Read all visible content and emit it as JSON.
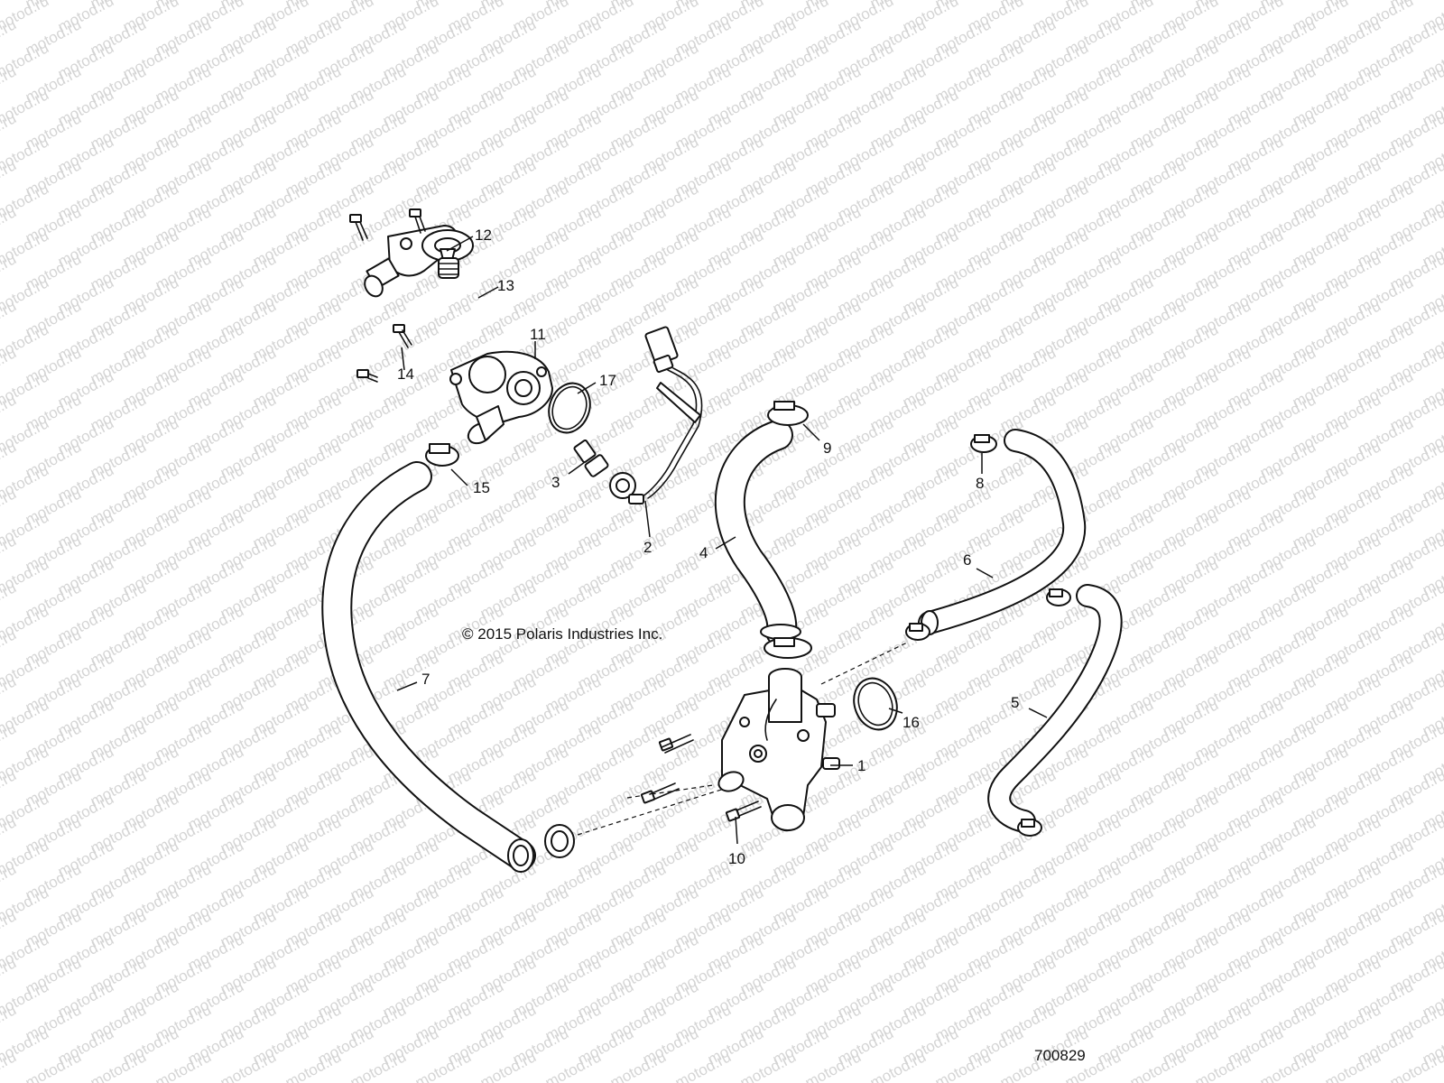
{
  "watermark": "motod.ru",
  "copyright": "© 2015 Polaris Industries Inc.",
  "diagram_number": "700829",
  "callouts": [
    "1",
    "2",
    "3",
    "4",
    "5",
    "6",
    "7",
    "8",
    "9",
    "10",
    "11",
    "12",
    "13",
    "14",
    "15",
    "16",
    "17"
  ]
}
